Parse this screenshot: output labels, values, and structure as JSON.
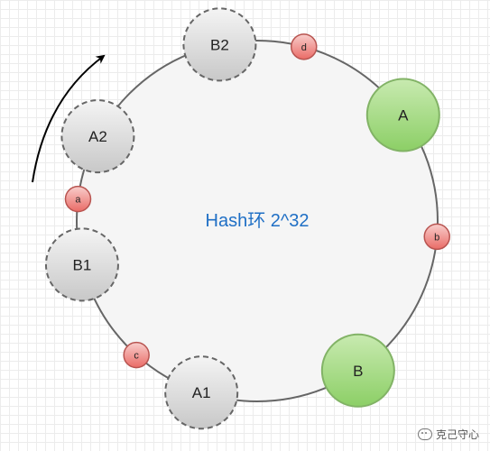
{
  "ring": {
    "label": "Hash环 2^32"
  },
  "nodes": [
    {
      "id": "A",
      "label": "A",
      "kind": "server",
      "angle_deg": 54
    },
    {
      "id": "B",
      "label": "B",
      "kind": "server",
      "angle_deg": 146
    },
    {
      "id": "A1",
      "label": "A1",
      "kind": "virtual",
      "angle_deg": 198
    },
    {
      "id": "B1",
      "label": "B1",
      "kind": "virtual",
      "angle_deg": 256
    },
    {
      "id": "A2",
      "label": "A2",
      "kind": "virtual",
      "angle_deg": 298
    },
    {
      "id": "B2",
      "label": "B2",
      "kind": "virtual",
      "angle_deg": 348
    }
  ],
  "keys": [
    {
      "id": "d",
      "label": "d",
      "angle_deg": 15
    },
    {
      "id": "b",
      "label": "b",
      "angle_deg": 95
    },
    {
      "id": "c",
      "label": "c",
      "angle_deg": 222
    },
    {
      "id": "a",
      "label": "a",
      "angle_deg": 277
    }
  ],
  "colors": {
    "server_fill_top": "#c8eab0",
    "server_fill_bottom": "#8ccf66",
    "server_stroke": "#82b366",
    "virtual_fill_top": "#f4f4f4",
    "virtual_fill_bottom": "#c8c8c8",
    "virtual_stroke": "#666666",
    "key_fill_top": "#f8cecc",
    "key_fill_bottom": "#ea6b66",
    "key_stroke": "#b85450",
    "ring_fill": "#f5f5f5",
    "ring_stroke": "#666666",
    "ring_label": "#1f6fc5"
  },
  "direction_arrow": "clockwise",
  "watermark": {
    "icon": "wechat-icon",
    "text": "克己守心"
  }
}
